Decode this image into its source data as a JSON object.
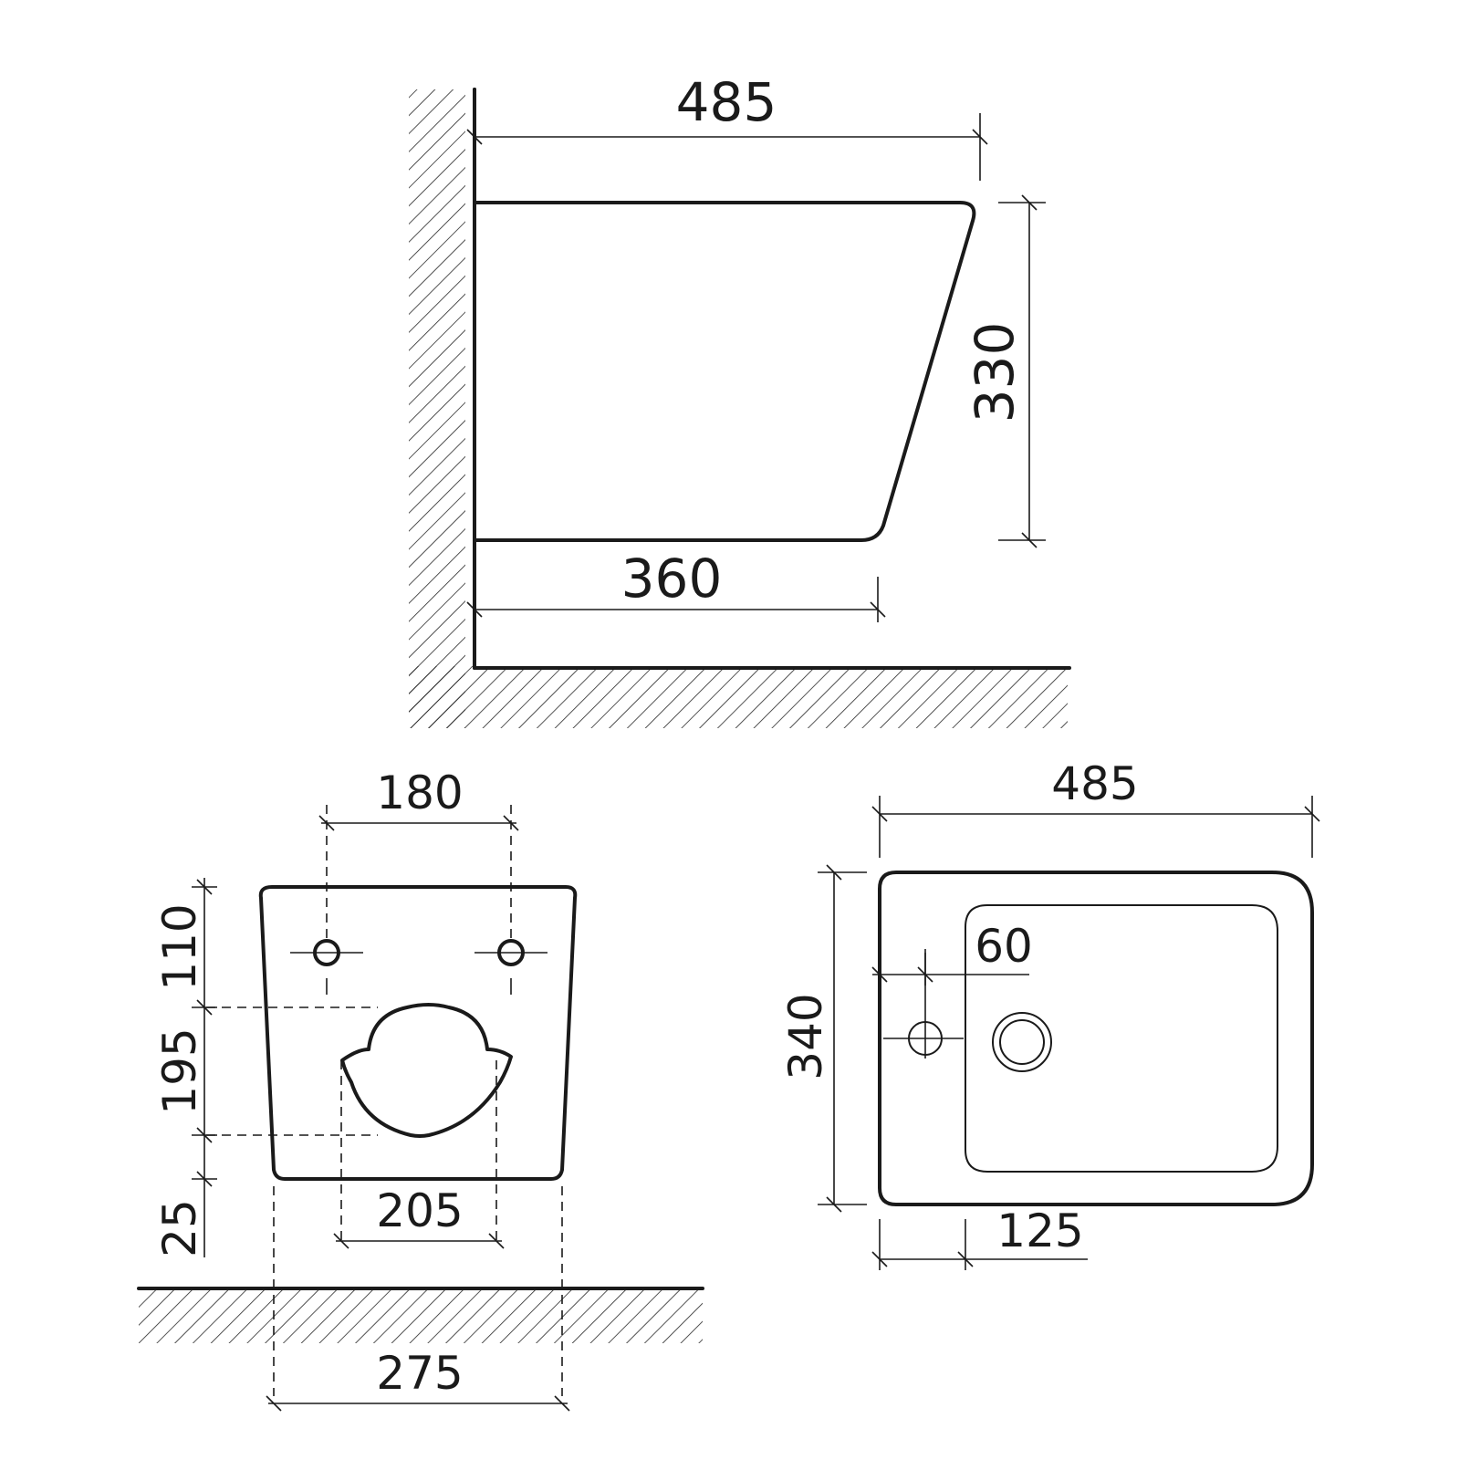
{
  "side_view": {
    "depth_top": "485",
    "height": "330",
    "depth_bottom": "360"
  },
  "front_view": {
    "bolt_spacing": "180",
    "bolt_from_top": "110",
    "outlet_height": "195",
    "outlet_from_bottom": "25",
    "outlet_width": "205",
    "body_width": "275"
  },
  "top_view": {
    "length": "485",
    "width": "340",
    "tap_hole_offset": "60",
    "drain_offset": "125"
  },
  "colors": {
    "line": "#1a1a1a",
    "background": "#ffffff"
  }
}
